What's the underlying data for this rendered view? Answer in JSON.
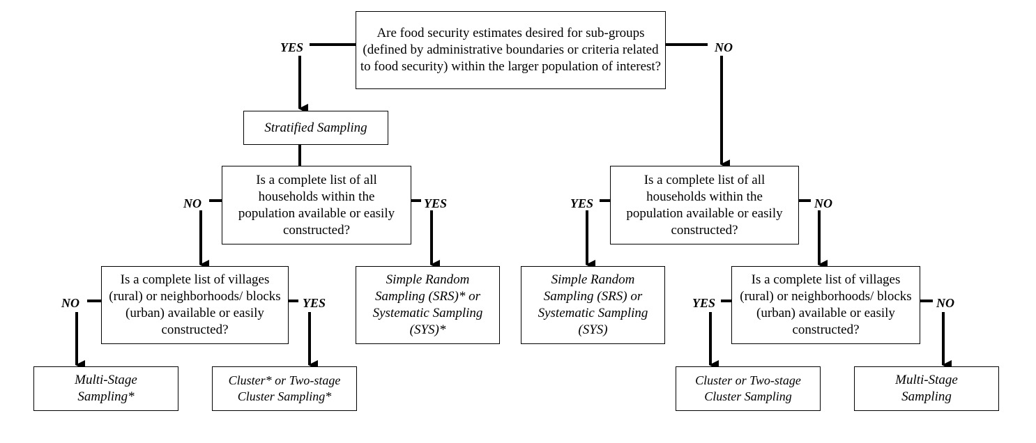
{
  "nodes": {
    "root_question": "Are food security estimates desired for sub-groups (defined by administrative boundaries or criteria related to food security) within the larger population of interest?",
    "stratified": "Stratified Sampling",
    "left_households_question": "Is a complete list of all households within the population available or easily constructed?",
    "left_villages_question": "Is a complete list of villages (rural) or neighborhoods/ blocks (urban) available or easily constructed?",
    "left_srs": "Simple Random Sampling (SRS)* or Systematic Sampling (SYS)*",
    "left_multistage": "Multi-Stage Sampling*",
    "left_cluster": "Cluster* or Two-stage Cluster Sampling*",
    "right_households_question": "Is a complete list of all households within the population available or easily constructed?",
    "right_srs": "Simple Random Sampling (SRS) or Systematic Sampling (SYS)",
    "right_villages_question": "Is a complete list of villages (rural) or neighborhoods/ blocks (urban) available or easily constructed?",
    "right_cluster": "Cluster or Two-stage Cluster Sampling",
    "right_multistage": "Multi-Stage Sampling"
  },
  "edge_labels": {
    "root_yes": "YES",
    "root_no": "NO",
    "left_households_no": "NO",
    "left_households_yes": "YES",
    "left_villages_no": "NO",
    "left_villages_yes": "YES",
    "right_households_yes": "YES",
    "right_households_no": "NO",
    "right_villages_yes": "YES",
    "right_villages_no": "NO"
  },
  "colors": {
    "line": "#000000",
    "box_border": "#000000",
    "background": "#ffffff"
  }
}
